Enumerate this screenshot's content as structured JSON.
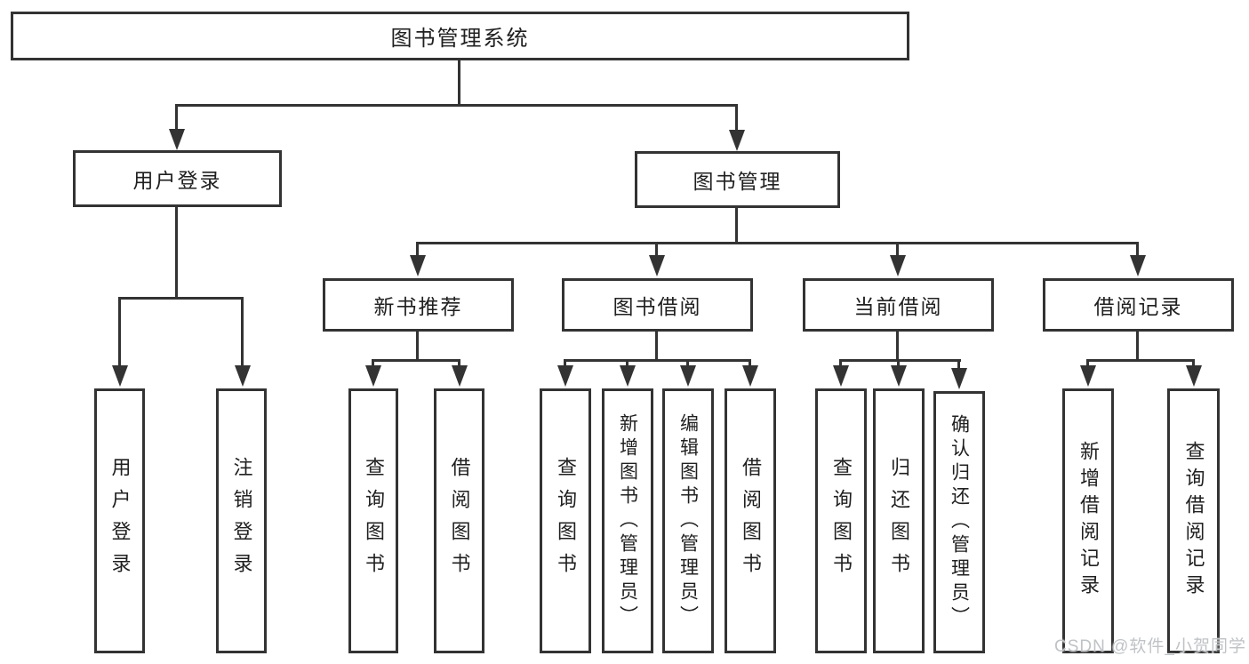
{
  "diagram": {
    "colors": {
      "line": "#333333",
      "text": "#202020",
      "background": "#ffffff",
      "watermark": "#bfc3c6"
    },
    "watermark": "CSDN @软件_小贺同学",
    "nodes": {
      "root": {
        "label": "图书管理系统"
      },
      "user_login": {
        "label": "用户登录"
      },
      "book_mgmt": {
        "label": "图书管理"
      },
      "new_book": {
        "label": "新书推荐"
      },
      "book_borrow": {
        "label": "图书借阅"
      },
      "current_borrow": {
        "label": "当前借阅"
      },
      "borrow_records": {
        "label": "借阅记录"
      },
      "a1_user_login": {
        "label": "用户登录"
      },
      "a2_logout": {
        "label": "注销登录"
      },
      "b1_query_books": {
        "label": "查询图书"
      },
      "b2_borrow_books": {
        "label": "借阅图书"
      },
      "c1_query_books": {
        "label": "查询图书"
      },
      "c2_add_books_admin": {
        "label": "新增图书（管理员）"
      },
      "c3_edit_books_admin": {
        "label": "编辑图书（管理员）"
      },
      "c4_borrow_books": {
        "label": "借阅图书"
      },
      "d1_query_books": {
        "label": "查询图书"
      },
      "d2_return_books": {
        "label": "归还图书"
      },
      "d3_confirm_return_admin": {
        "label": "确认归还（管理员）"
      },
      "e1_add_borrow_record": {
        "label": "新增借阅记录"
      },
      "e2_query_borrow_record": {
        "label": "查询借阅记录"
      }
    }
  }
}
